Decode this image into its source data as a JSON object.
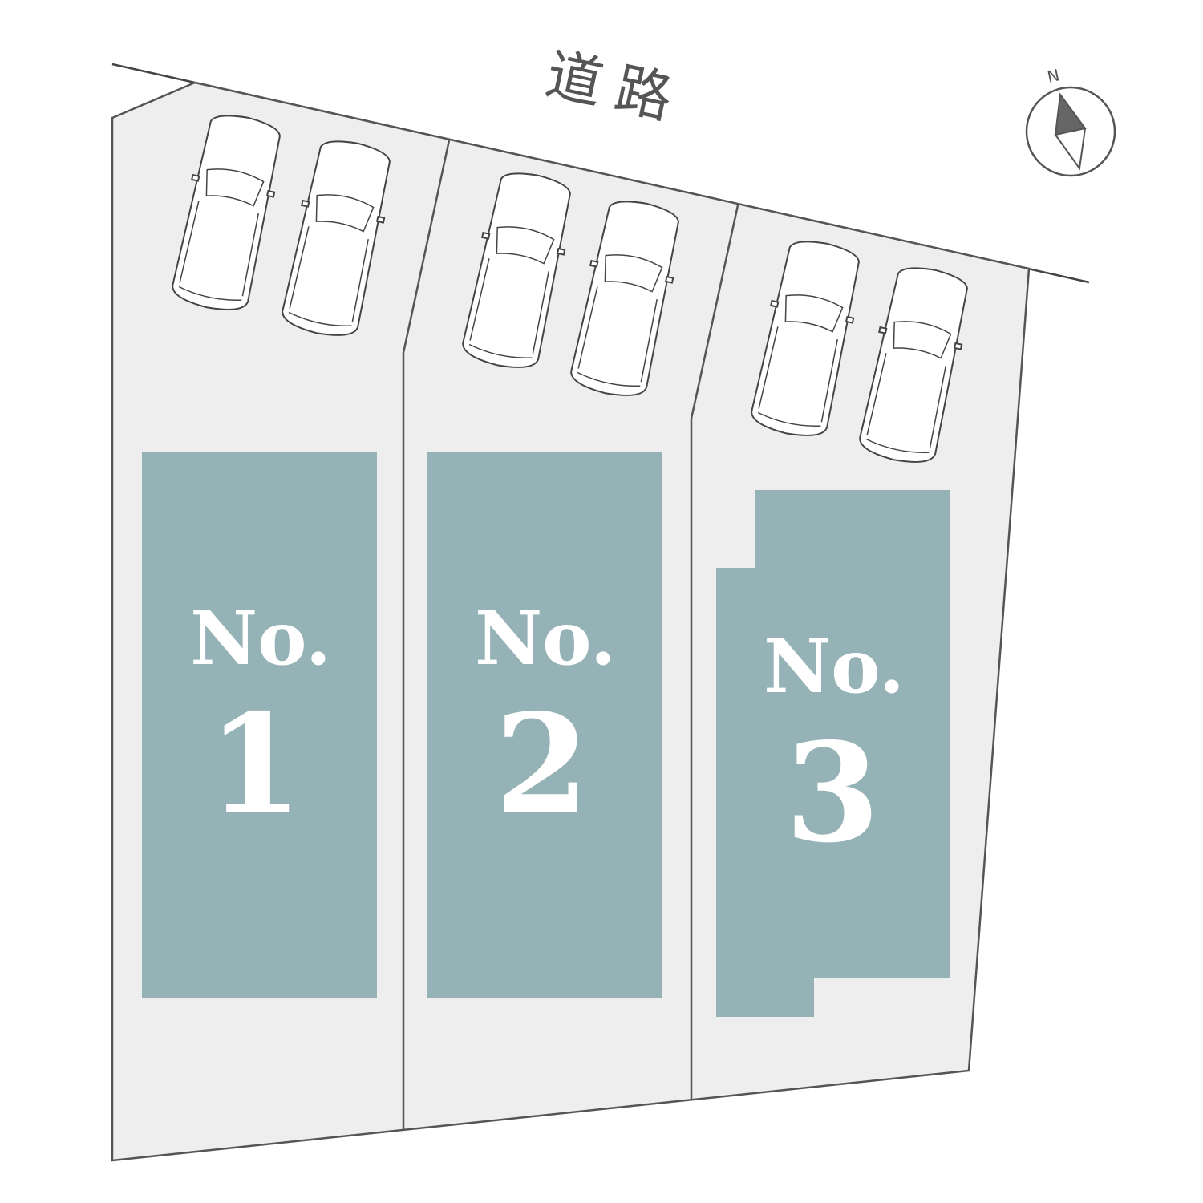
{
  "road_label": "道路",
  "compass": {
    "label": "N"
  },
  "lots": [
    {
      "prefix": "No.",
      "number": "1"
    },
    {
      "prefix": "No.",
      "number": "2"
    },
    {
      "prefix": "No.",
      "number": "3"
    }
  ],
  "colors": {
    "lot": "#eeeeee",
    "building": "#95b2b7",
    "line": "#555555"
  }
}
